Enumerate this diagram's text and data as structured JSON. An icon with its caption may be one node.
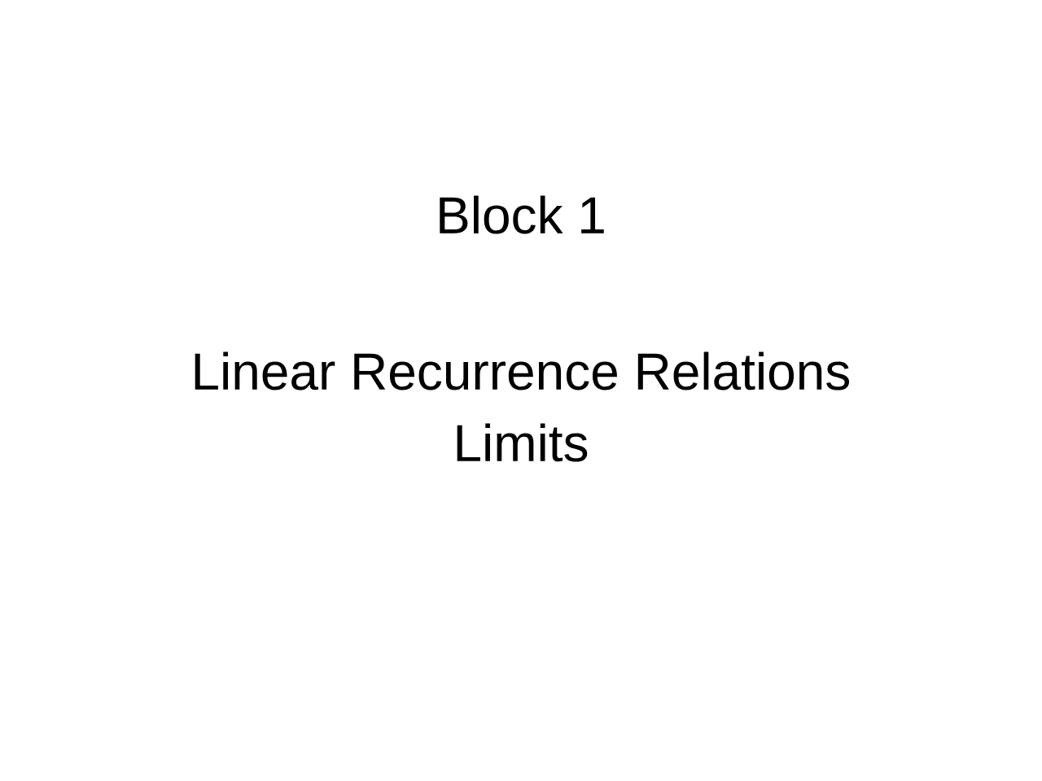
{
  "diagram": {
    "title": "Block 1",
    "labels": [
      "Linear Recurrence Relations",
      "Limits"
    ]
  }
}
